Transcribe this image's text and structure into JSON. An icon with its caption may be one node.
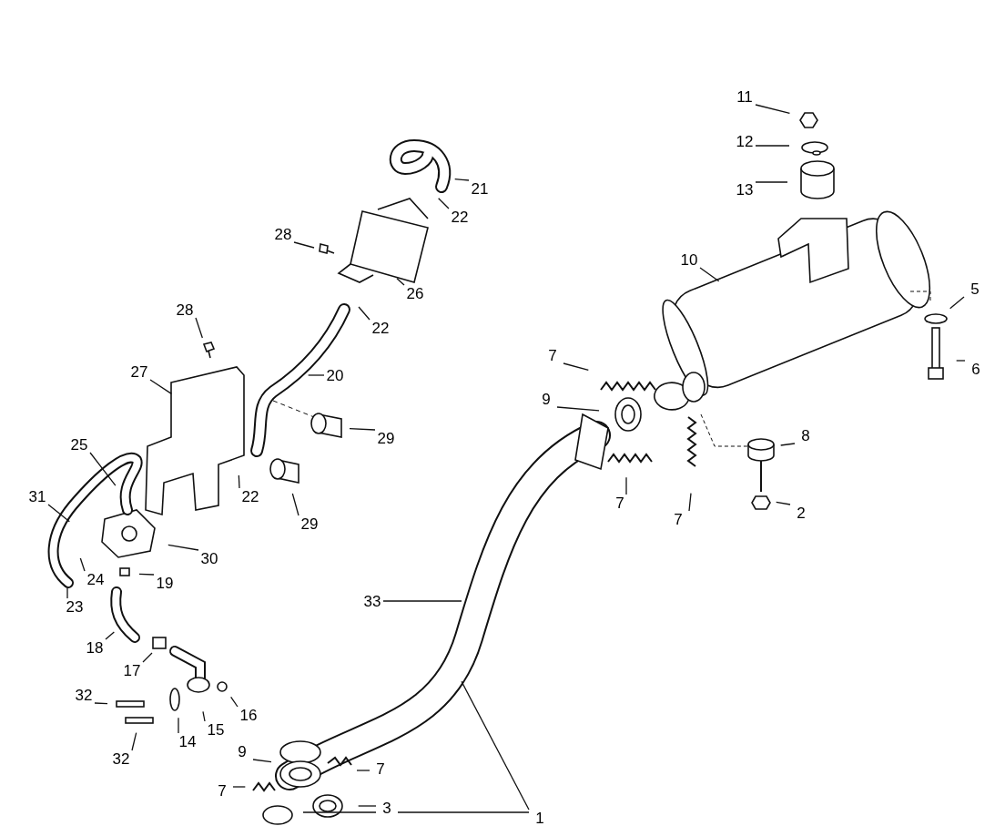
{
  "diagram": {
    "nodes": [
      {
        "text": [
          "11"
        ]
      },
      {
        "text": [
          "12"
        ]
      },
      {
        "text": [
          "13"
        ]
      },
      {
        "text": [
          "21"
        ]
      },
      {
        "text": [
          "22"
        ]
      },
      {
        "text": [
          "28"
        ]
      },
      {
        "text": [
          "10"
        ]
      },
      {
        "text": [
          "5"
        ]
      },
      {
        "text": [
          "26"
        ]
      },
      {
        "text": [
          "28"
        ]
      },
      {
        "text": [
          "22"
        ]
      },
      {
        "text": [
          "7"
        ]
      },
      {
        "text": [
          "6"
        ]
      },
      {
        "text": [
          "27"
        ]
      },
      {
        "text": [
          "20"
        ]
      },
      {
        "text": [
          "9"
        ]
      },
      {
        "text": [
          "8"
        ]
      },
      {
        "text": [
          "29"
        ]
      },
      {
        "text": [
          "25"
        ]
      },
      {
        "text": [
          "31"
        ]
      },
      {
        "text": [
          "22"
        ]
      },
      {
        "text": [
          "7"
        ]
      },
      {
        "text": [
          "2"
        ]
      },
      {
        "text": [
          "7"
        ]
      },
      {
        "text": [
          "29"
        ]
      },
      {
        "text": [
          "30"
        ]
      },
      {
        "text": [
          "24"
        ]
      },
      {
        "text": [
          "19"
        ]
      },
      {
        "text": [
          "33"
        ]
      },
      {
        "text": [
          "23"
        ]
      },
      {
        "text": [
          "18"
        ]
      },
      {
        "text": [
          "17"
        ]
      },
      {
        "text": [
          "32"
        ]
      },
      {
        "text": [
          "16"
        ]
      },
      {
        "text": [
          "15"
        ]
      },
      {
        "text": [
          "14"
        ]
      },
      {
        "text": [
          "9"
        ]
      },
      {
        "text": [
          "32"
        ]
      },
      {
        "text": [
          "7"
        ]
      },
      {
        "text": [
          "7"
        ]
      },
      {
        "text": [
          "3"
        ]
      },
      {
        "text": [
          "1"
        ]
      }
    ],
    "edges": [
      {
        "from": 0,
        "to": null,
        "arrow": "none"
      },
      {
        "from": 1,
        "to": null,
        "arrow": "none"
      },
      {
        "from": 2,
        "to": null,
        "arrow": "none"
      },
      {
        "from": 3,
        "to": null,
        "arrow": "none"
      },
      {
        "from": 4,
        "to": null,
        "arrow": "none"
      },
      {
        "from": 5,
        "to": null,
        "arrow": "none"
      },
      {
        "from": 6,
        "to": null,
        "arrow": "none"
      },
      {
        "from": 7,
        "to": null,
        "arrow": "none"
      },
      {
        "from": 8,
        "to": null,
        "arrow": "none"
      },
      {
        "from": 9,
        "to": null,
        "arrow": "none"
      },
      {
        "from": 10,
        "to": null,
        "arrow": "none"
      },
      {
        "from": 11,
        "to": null,
        "arrow": "none"
      },
      {
        "from": 12,
        "to": null,
        "arrow": "none"
      },
      {
        "from": 13,
        "to": null,
        "arrow": "none"
      },
      {
        "from": 14,
        "to": null,
        "arrow": "none"
      },
      {
        "from": 15,
        "to": null,
        "arrow": "none"
      },
      {
        "from": 16,
        "to": null,
        "arrow": "none"
      },
      {
        "from": 17,
        "to": null,
        "arrow": "none"
      },
      {
        "from": 18,
        "to": null,
        "arrow": "none"
      },
      {
        "from": 19,
        "to": null,
        "arrow": "none"
      },
      {
        "from": 20,
        "to": null,
        "arrow": "none"
      },
      {
        "from": 21,
        "to": null,
        "arrow": "none"
      },
      {
        "from": 22,
        "to": null,
        "arrow": "none"
      },
      {
        "from": 23,
        "to": null,
        "arrow": "none"
      },
      {
        "from": 24,
        "to": null,
        "arrow": "none"
      },
      {
        "from": 25,
        "to": null,
        "arrow": "none"
      },
      {
        "from": 26,
        "to": null,
        "arrow": "none"
      },
      {
        "from": 27,
        "to": null,
        "arrow": "none"
      },
      {
        "from": 28,
        "to": null,
        "arrow": "none"
      },
      {
        "from": 29,
        "to": null,
        "arrow": "none"
      },
      {
        "from": 30,
        "to": null,
        "arrow": "none"
      },
      {
        "from": 31,
        "to": null,
        "arrow": "none"
      },
      {
        "from": 32,
        "to": null,
        "arrow": "none"
      },
      {
        "from": 33,
        "to": null,
        "arrow": "none"
      },
      {
        "from": 34,
        "to": null,
        "arrow": "none"
      },
      {
        "from": 35,
        "to": null,
        "arrow": "none"
      },
      {
        "from": 36,
        "to": null,
        "arrow": "none"
      },
      {
        "from": 37,
        "to": null,
        "arrow": "none"
      },
      {
        "from": 38,
        "to": null,
        "arrow": "none"
      },
      {
        "from": 39,
        "to": null,
        "arrow": "none"
      },
      {
        "from": 40,
        "to": null,
        "arrow": "none"
      },
      {
        "from": 41,
        "to": null,
        "arrow": "none"
      },
      {
        "from": 41,
        "to": null,
        "arrow": "none"
      }
    ]
  }
}
